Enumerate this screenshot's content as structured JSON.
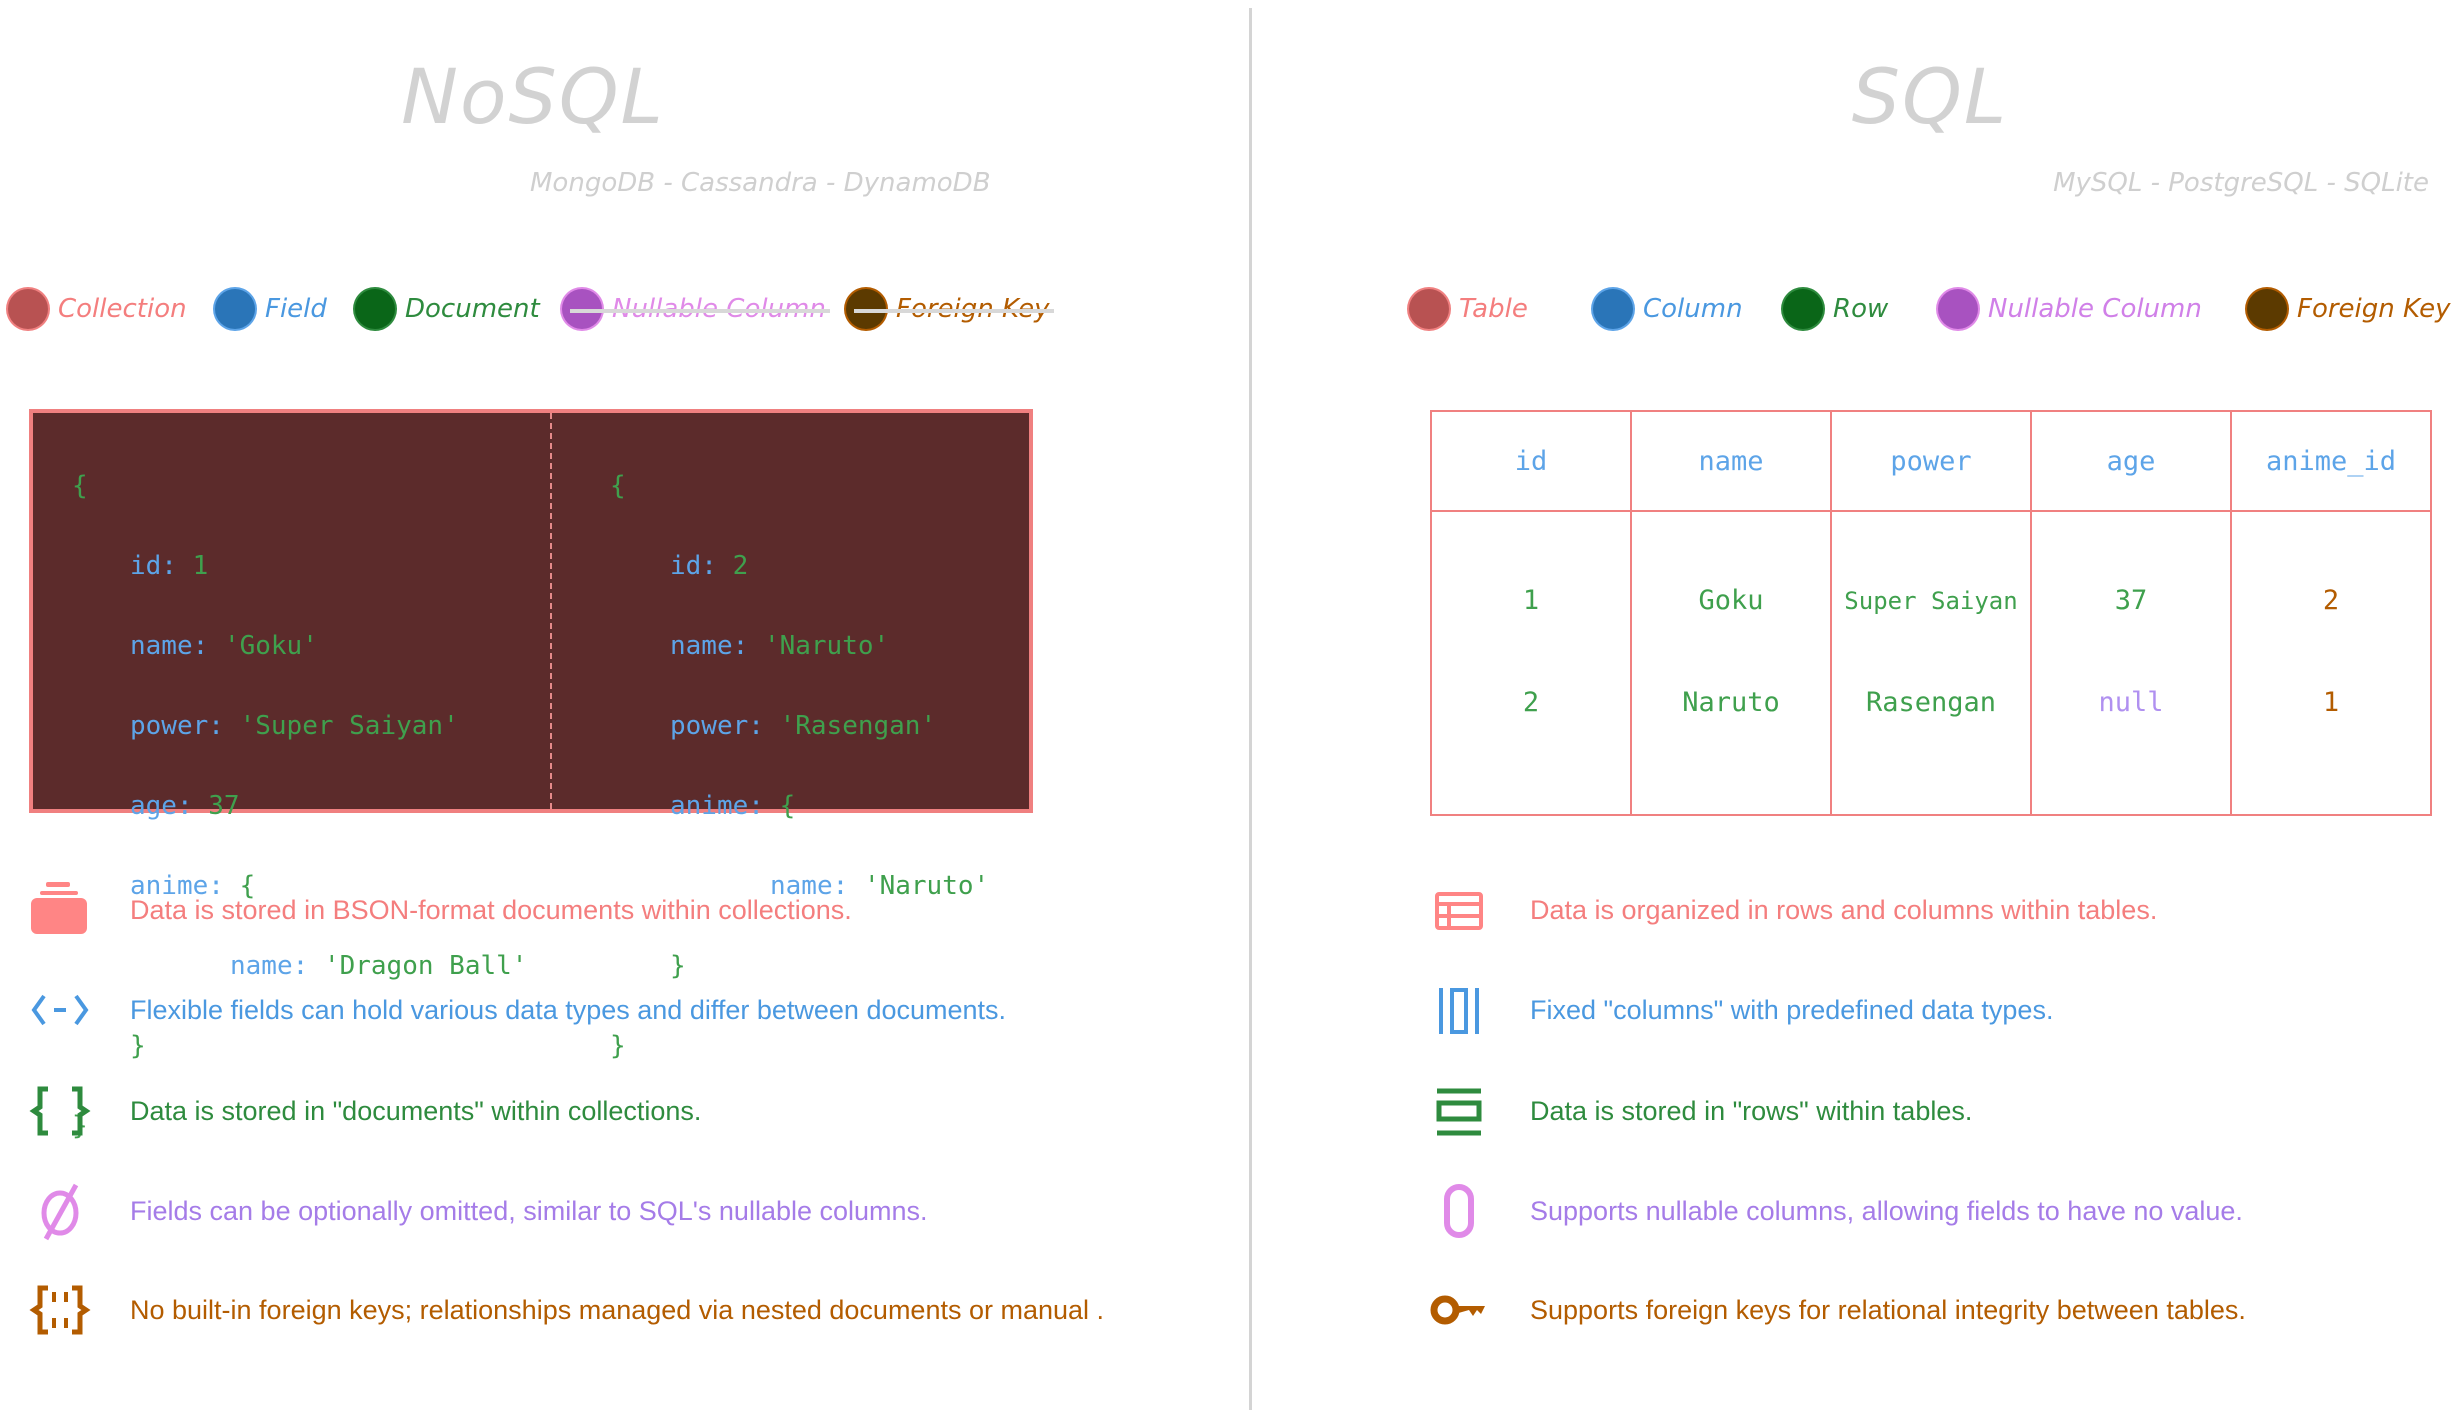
{
  "colors": {
    "red": "#f47e7e",
    "blue": "#4a98e0",
    "green": "#2e8b3e",
    "purple": "#a57ce8",
    "brown": "#b35c00",
    "code_bg": "#5c2b2b",
    "border": "#f08080"
  },
  "nosql": {
    "title": "NoSQL",
    "subtitle": "MongoDB - Cassandra - DynamoDB",
    "legend": [
      {
        "label": "Collection",
        "struck": false
      },
      {
        "label": "Field",
        "struck": false
      },
      {
        "label": "Document",
        "struck": false
      },
      {
        "label": "Nullable Column",
        "struck": true
      },
      {
        "label": "Foreign Key",
        "struck": true
      }
    ],
    "documents": [
      {
        "id": "1",
        "name": "'Goku'",
        "power": "'Super Saiyan'",
        "age": "37",
        "anime_name": "'Dragon Ball'"
      },
      {
        "id": "2",
        "name": "'Naruto'",
        "power": "'Rasengan'",
        "anime_name": "'Naruto'"
      }
    ],
    "code_keys": {
      "id": "id:",
      "name": "name:",
      "power": "power:",
      "age": "age:",
      "anime": "anime:",
      "open": "{",
      "close": "}"
    },
    "features": [
      {
        "icon": "collection-icon",
        "text": "Data is stored in BSON-format documents within collections."
      },
      {
        "icon": "code-arrows-icon",
        "text": "Flexible fields can hold various data types and differ between documents."
      },
      {
        "icon": "curly-braces-icon",
        "text": "Data is stored in \"documents\" within collections."
      },
      {
        "icon": "empty-set-icon",
        "text": "Fields can be optionally omitted, similar to SQL's nullable columns."
      },
      {
        "icon": "braces-link-icon",
        "text": "No built-in foreign keys; relationships managed via nested documents or manual  ."
      }
    ]
  },
  "sql": {
    "title": "SQL",
    "subtitle": "MySQL - PostgreSQL - SQLite",
    "legend": [
      {
        "label": "Table"
      },
      {
        "label": "Column"
      },
      {
        "label": "Row"
      },
      {
        "label": "Nullable Column"
      },
      {
        "label": "Foreign Key"
      }
    ],
    "table": {
      "headers": [
        "id",
        "name",
        "power",
        "age",
        "anime_id"
      ],
      "rows": [
        [
          "1",
          "Goku",
          "Super Saiyan",
          "37",
          "2"
        ],
        [
          "2",
          "Naruto",
          "Rasengan",
          "null",
          "1"
        ]
      ]
    },
    "features": [
      {
        "icon": "table-icon",
        "text": "Data is organized in rows and columns within tables."
      },
      {
        "icon": "columns-icon",
        "text": "Fixed \"columns\" with predefined data types."
      },
      {
        "icon": "rows-icon",
        "text": "Data is stored in \"rows\" within tables."
      },
      {
        "icon": "zero-icon",
        "text": "Supports nullable columns, allowing fields to have no value."
      },
      {
        "icon": "key-icon",
        "text": "Supports foreign keys for relational integrity between tables."
      }
    ]
  }
}
